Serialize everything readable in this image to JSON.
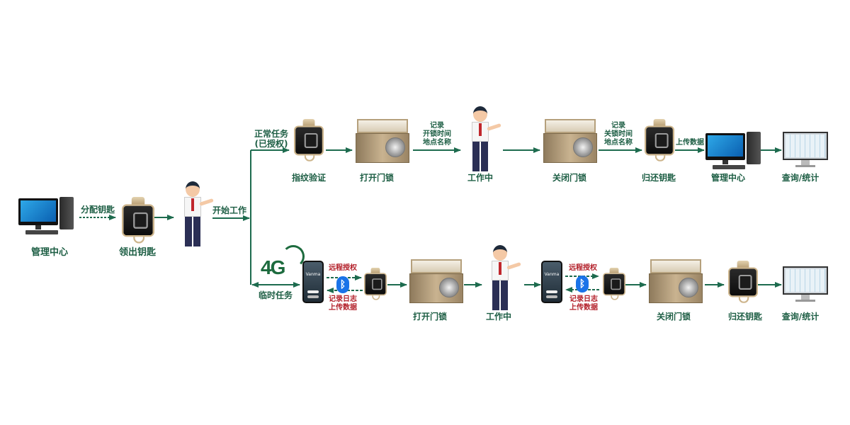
{
  "colors": {
    "flow_green": "#1d6b4e",
    "label_green": "#1d5e44",
    "label_red": "#b3202a",
    "bluetooth_blue": "#1a73e8"
  },
  "start": {
    "management_center": "管理中心",
    "assign_key_arrow": "分配钥匙",
    "collect_key": "领出钥匙",
    "start_work_arrow": "开始工作"
  },
  "normal_flow": {
    "branch_label_line1": "正常任务",
    "branch_label_line2": "(已授权)",
    "steps": [
      {
        "label": "指纹验证"
      },
      {
        "label": "打开门锁"
      },
      {
        "label": "工作中"
      },
      {
        "label": "关闭门锁"
      },
      {
        "label": "归还钥匙"
      },
      {
        "label": "管理中心"
      },
      {
        "label": "查询/统计"
      }
    ],
    "arrow_notes": {
      "open_record": [
        "记录",
        "开锁时间",
        "地点名称"
      ],
      "close_record": [
        "记录",
        "关锁时间",
        "地点名称"
      ],
      "upload": "上传数据"
    }
  },
  "temp_flow": {
    "branch_label": "临时任务",
    "network_badge": "4G",
    "phone_brand": "Vanma",
    "remote_auth": "远程授权",
    "log_upload_line1": "记录日志",
    "log_upload_line2": "上传数据",
    "bluetooth_icon": "bluetooth-icon",
    "steps": [
      {
        "label": "打开门锁"
      },
      {
        "label": "工作中"
      },
      {
        "label": "关闭门锁"
      },
      {
        "label": "归还钥匙"
      },
      {
        "label": "查询/统计"
      }
    ]
  }
}
